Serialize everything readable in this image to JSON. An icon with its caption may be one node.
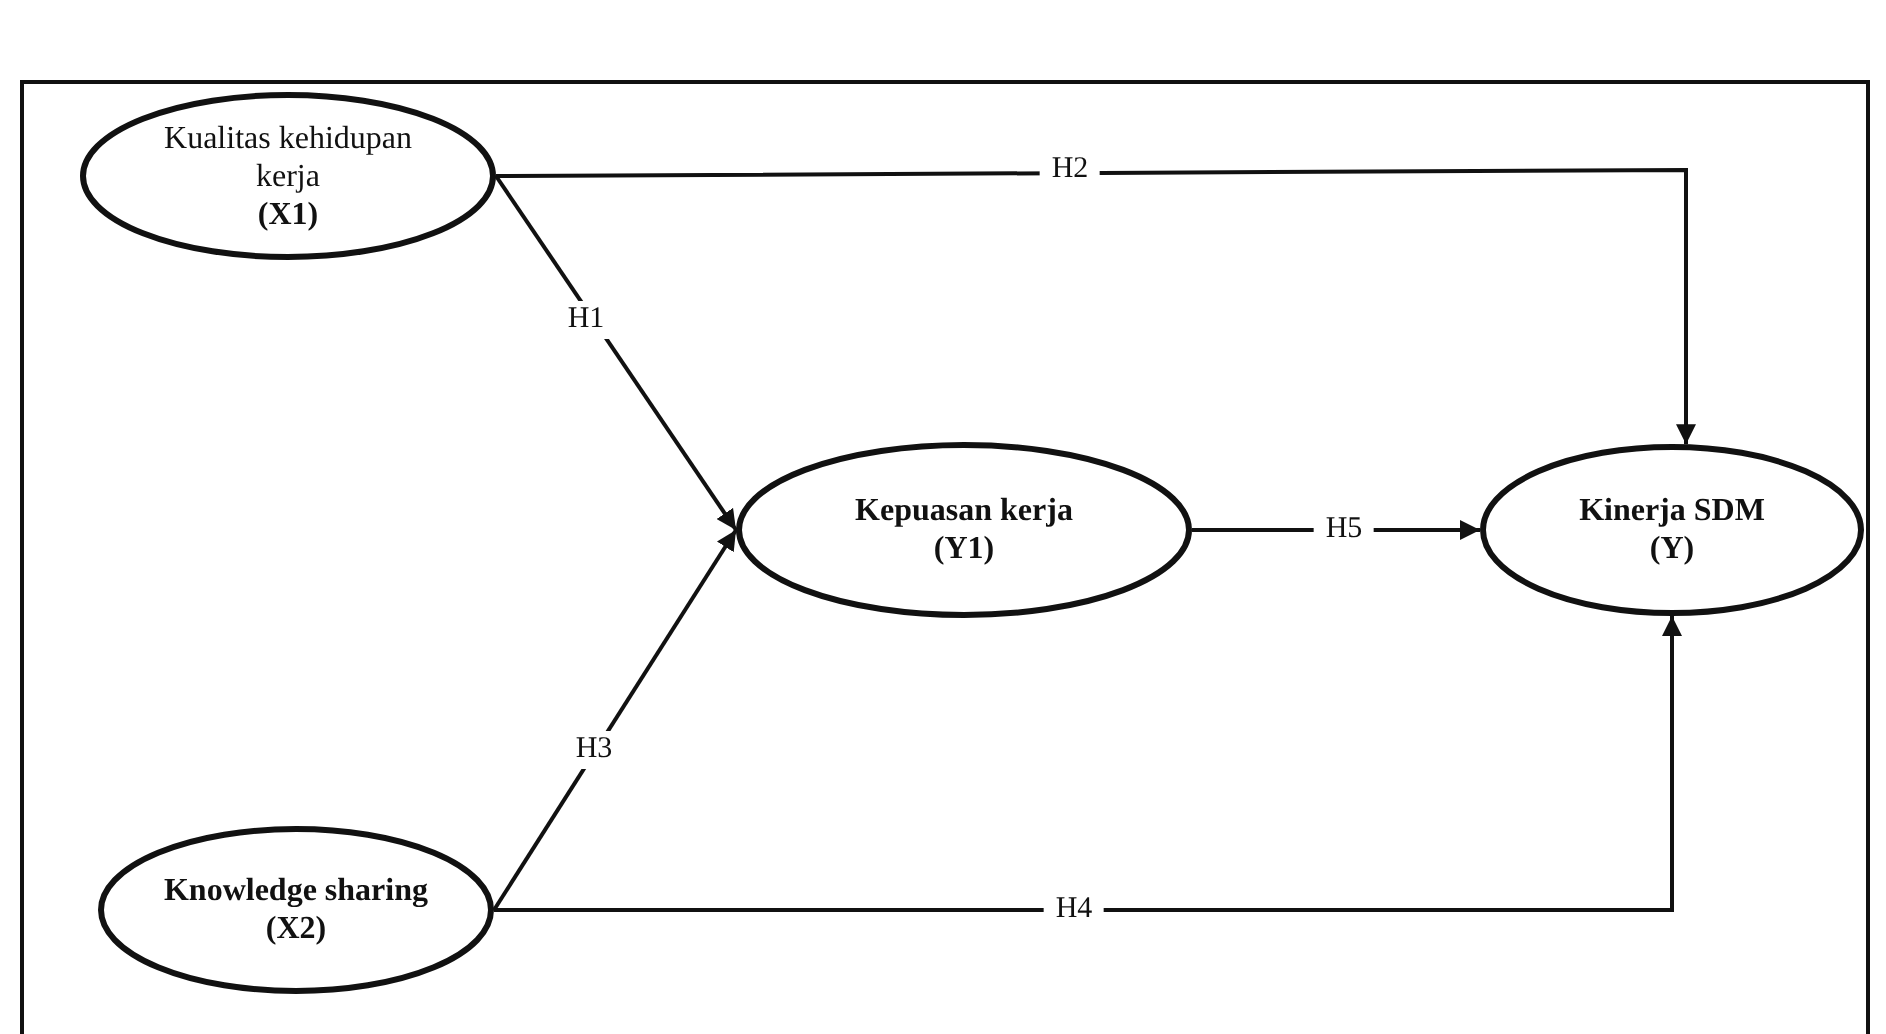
{
  "diagram": {
    "nodes": [
      {
        "text": [
          "Kualitas kehidupan kerja",
          "(X1)"
        ]
      },
      {
        "text": [
          "Kepuasan kerja",
          "(Y1)"
        ]
      },
      {
        "text": [
          "Kinerja SDM",
          "(Y)"
        ]
      },
      {
        "text": [
          "Knowledge sharing",
          "(X2)"
        ]
      }
    ],
    "edges": [
      {
        "from": 0,
        "to": 1,
        "arrow": "to",
        "label": "H1"
      },
      {
        "from": 0,
        "to": 2,
        "arrow": "to",
        "label": "H2"
      },
      {
        "from": 3,
        "to": 1,
        "arrow": "to",
        "label": "H3"
      },
      {
        "from": 3,
        "to": 2,
        "arrow": "to",
        "label": "H4"
      },
      {
        "from": 1,
        "to": 2,
        "arrow": "to",
        "label": "H5"
      }
    ]
  }
}
